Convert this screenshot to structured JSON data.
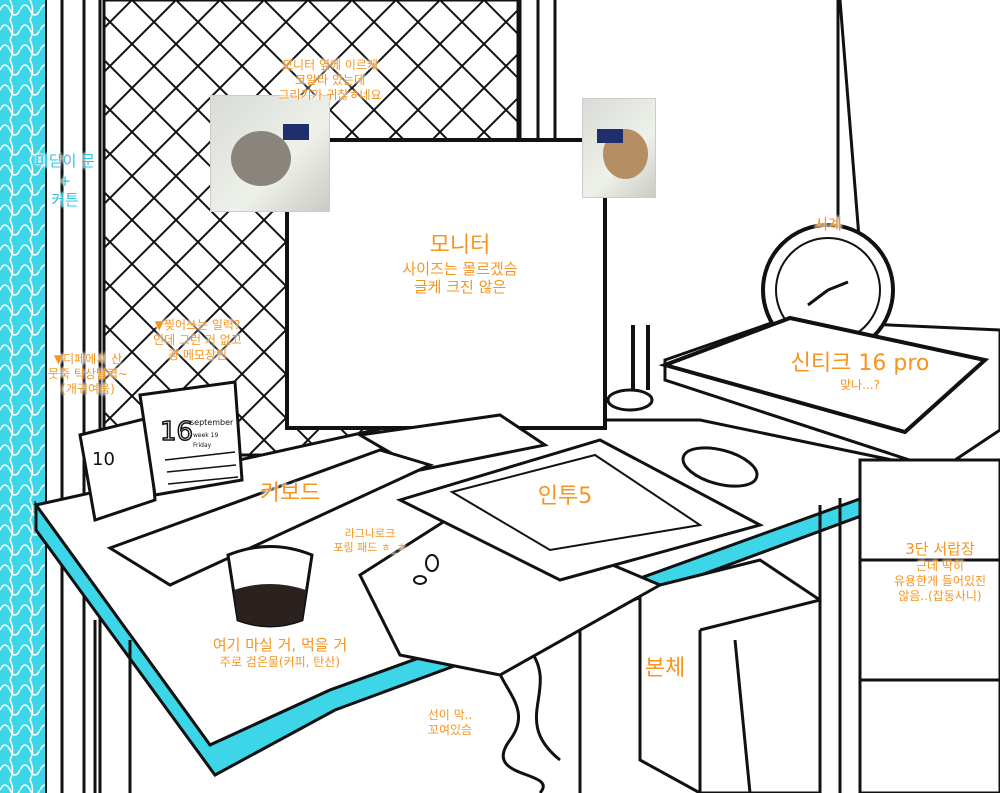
{
  "colors": {
    "annotation": "#f7941d",
    "curtain": "#3dd6e8",
    "desk_edge": "#3dd6e8",
    "line": "#111111"
  },
  "annotations": {
    "koala_note": [
      "모니터 옆에 이르케",
      "코알라 있는데",
      "그리기가 귀찮ㅎ네요"
    ],
    "door": [
      "미닫이 문",
      "+",
      "커튼"
    ],
    "monitor": {
      "title": "모니터",
      "lines": [
        "사이즈는 몰르겠슴",
        "글케 크진 않은"
      ]
    },
    "clock": "시계",
    "tablet": {
      "title": "신티크 16 pro",
      "sub": "맞나...?"
    },
    "memo_calendar": [
      "▼찢어쓰는 일력?",
      "인데 그런 거 없고",
      "걍 메모장인"
    ],
    "desk_calendar": [
      "▼디페에서 산",
      "뭇죽 탁상달력~",
      "(개귀여움)"
    ],
    "keyboard": "키보드",
    "intuos": "인투5",
    "mousepad": [
      "라그나로크",
      "포링 패드 ㅎ_ㅎ"
    ],
    "drink": {
      "title": "여기 마실 거, 먹을 거",
      "sub": "주로 검은물(커피, 탄산)"
    },
    "pc": "본체",
    "cables": [
      "선이 막..",
      "꼬여있슴"
    ],
    "drawers": {
      "title": "3단 서랍장",
      "lines": [
        "근데 딱히",
        "유용한게 들어있진",
        "않음..(잡동사니)"
      ]
    }
  },
  "drawn_text": {
    "calendar_small_day": "10",
    "calendar_day": "16",
    "calendar_month": "september",
    "calendar_week": "week 19",
    "calendar_weekday": "Friday"
  }
}
